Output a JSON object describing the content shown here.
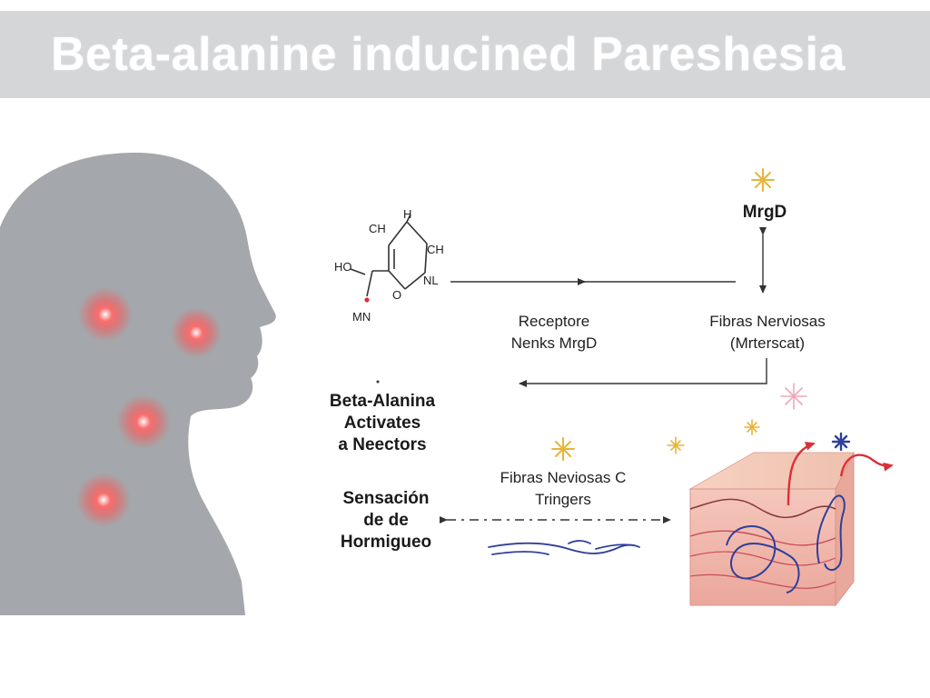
{
  "title": "Beta-alanine inducined Pareshesia",
  "molecule": {
    "atoms": [
      "CH",
      "H",
      "CH",
      "HO",
      "NL",
      "O",
      "MN"
    ]
  },
  "labels": {
    "mrgd": "MrgD",
    "receptor": [
      "Receptore",
      "Nenks MrgD"
    ],
    "fibras_top": [
      "Fibras Nerviosas",
      "(Mrterscat)"
    ],
    "beta_alanina": [
      "Beta-Alanina",
      "Activates",
      "a Neectors"
    ],
    "fibras_bottom": [
      "Fibras Neviosas C",
      "Tringers"
    ],
    "sensacion": [
      "Sensación",
      "de de",
      "Hormigueo"
    ]
  },
  "colors": {
    "title_bar": "#d5d6d8",
    "silhouette": "#a4a7ab",
    "hotspot": "#ff5a5a",
    "arrow": "#333333",
    "nerve_blue": "#2f3f9a",
    "skin_pink": "#f2b8ae",
    "accent_red": "#d9303a",
    "sparkle_gold": "#e8b53a"
  },
  "icons": [
    "head-silhouette",
    "tingling-hotspot",
    "sparkle-icon",
    "molecule-structure",
    "skin-cross-section",
    "nerve-fiber"
  ]
}
